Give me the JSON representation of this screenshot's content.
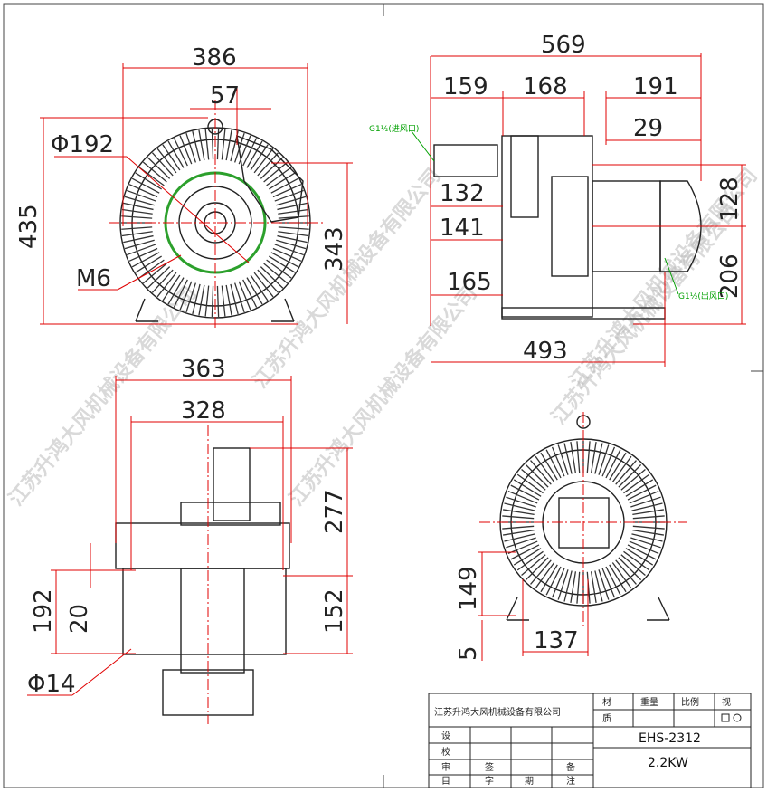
{
  "dimensions": {
    "front_width": "386",
    "front_57": "57",
    "front_dia192": "Φ192",
    "front_height": "435",
    "front_343": "343",
    "front_m6": "M6",
    "side_569": "569",
    "side_159": "159",
    "side_168": "168",
    "side_191": "191",
    "side_29": "29",
    "side_132": "132",
    "side_141": "141",
    "side_165": "165",
    "side_128": "128",
    "side_206": "206",
    "side_493": "493",
    "bottom_363": "363",
    "bottom_328": "328",
    "bottom_277": "277",
    "bottom_192": "192",
    "bottom_20": "20",
    "bottom_152": "152",
    "bottom_dia14": "Φ14",
    "rear_149": "149",
    "rear_137": "137",
    "rear_5": "5"
  },
  "labels": {
    "inlet": "G1½(进风口)",
    "outlet": "G1½(出风口)"
  },
  "watermark": "江苏升鸿大风机械设备有限公司",
  "title_block": {
    "company": "江苏升鸿大风机械设备有限公司",
    "col_material": "材",
    "col_weight": "重量",
    "col_scale": "比例",
    "col_view": "视",
    "row_quality": "质",
    "row_design": "设",
    "row_check": "校",
    "row_review": "审",
    "foot_1": "目",
    "foot_2": "字",
    "foot_3": "期",
    "foot_4": "注",
    "hdr_sign": "签",
    "hdr_prep": "备",
    "model": "EHS-2312",
    "power": "2.2KW"
  }
}
